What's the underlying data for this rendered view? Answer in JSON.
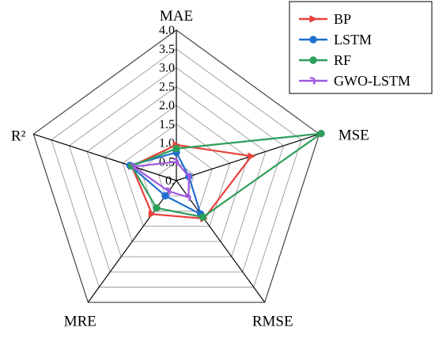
{
  "chart_data": {
    "type": "radar",
    "axes": [
      "MAE",
      "MSE",
      "RMSE",
      "MRE",
      "R²"
    ],
    "rlim": [
      0,
      4.0
    ],
    "ticks": [
      "0.",
      "0.5",
      "1.0",
      "1.5",
      "2.0",
      "2.5",
      "3.0",
      "3.5",
      "4.0"
    ],
    "series": [
      {
        "name": "BP",
        "color": "#e8413c",
        "marker": "arrow",
        "values": [
          0.95,
          2.1,
          1.25,
          1.1,
          1.25
        ]
      },
      {
        "name": "LSTM",
        "color": "#1f6fd0",
        "marker": "circle",
        "values": [
          0.75,
          0.35,
          1.1,
          0.5,
          1.3
        ]
      },
      {
        "name": "RF",
        "color": "#2e9e5b",
        "marker": "circle",
        "values": [
          0.85,
          4.05,
          1.2,
          0.9,
          1.25
        ]
      },
      {
        "name": "GWO-LSTM",
        "color": "#a05ae0",
        "marker": "hook",
        "values": [
          0.5,
          0.35,
          0.55,
          0.35,
          1.2
        ]
      }
    ],
    "legend_position": "top-right",
    "grid": true
  }
}
